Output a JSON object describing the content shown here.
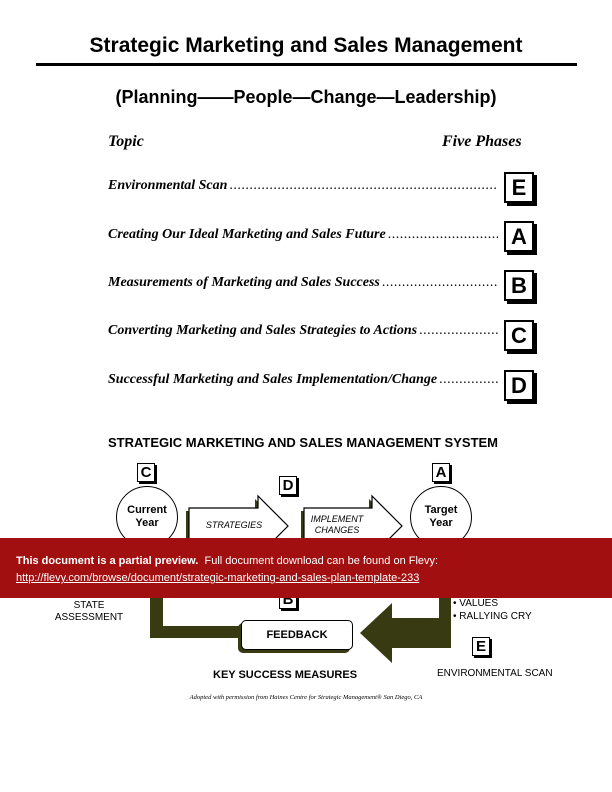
{
  "document": {
    "title": "Strategic Marketing and Sales Management",
    "subtitle": "(Planning——People—Change—Leadership)",
    "headers": {
      "topic": "Topic",
      "phases": "Five Phases"
    },
    "topics": [
      {
        "label": "Environmental Scan",
        "phase": "E"
      },
      {
        "label": "Creating Our Ideal Marketing and Sales Future",
        "phase": "A"
      },
      {
        "label": "Measurements of Marketing and Sales Success",
        "phase": "B"
      },
      {
        "label": "Converting Marketing and Sales Strategies to Actions",
        "phase": "C"
      },
      {
        "label": "Successful Marketing and Sales Implementation/Change",
        "phase": "D"
      }
    ]
  },
  "system": {
    "title": "STRATEGIC MARKETING AND SALES MANAGEMENT SYSTEM",
    "letters": {
      "c": "C",
      "d": "D",
      "a": "A",
      "b": "B",
      "e": "E"
    },
    "current_year": "Current Year",
    "target_year": "Target Year",
    "strategies": "STRATEGIES",
    "implement": "IMPLEMENT CHANGES",
    "state_line": "STATE",
    "assessment_line": "ASSESSMENT",
    "values": "• VALUES",
    "rallying_cry": "• RALLYING CRY",
    "feedback": "FEEDBACK",
    "key_success_measures": "KEY SUCCESS MEASURES",
    "environmental_scan": "ENVIRONMENTAL SCAN",
    "credit": "Adopted with permission from Haines Centre for Strategic Management® San Diego, CA"
  },
  "preview_banner": {
    "bold_text": "This document is a partial preview.",
    "text": "Full document download can be found on Flevy:",
    "link": "http://flevy.com/browse/document/strategic-marketing-and-sales-plan-template-233"
  },
  "colors": {
    "arrow_fill": "#383a12",
    "banner": "#a10f10"
  }
}
